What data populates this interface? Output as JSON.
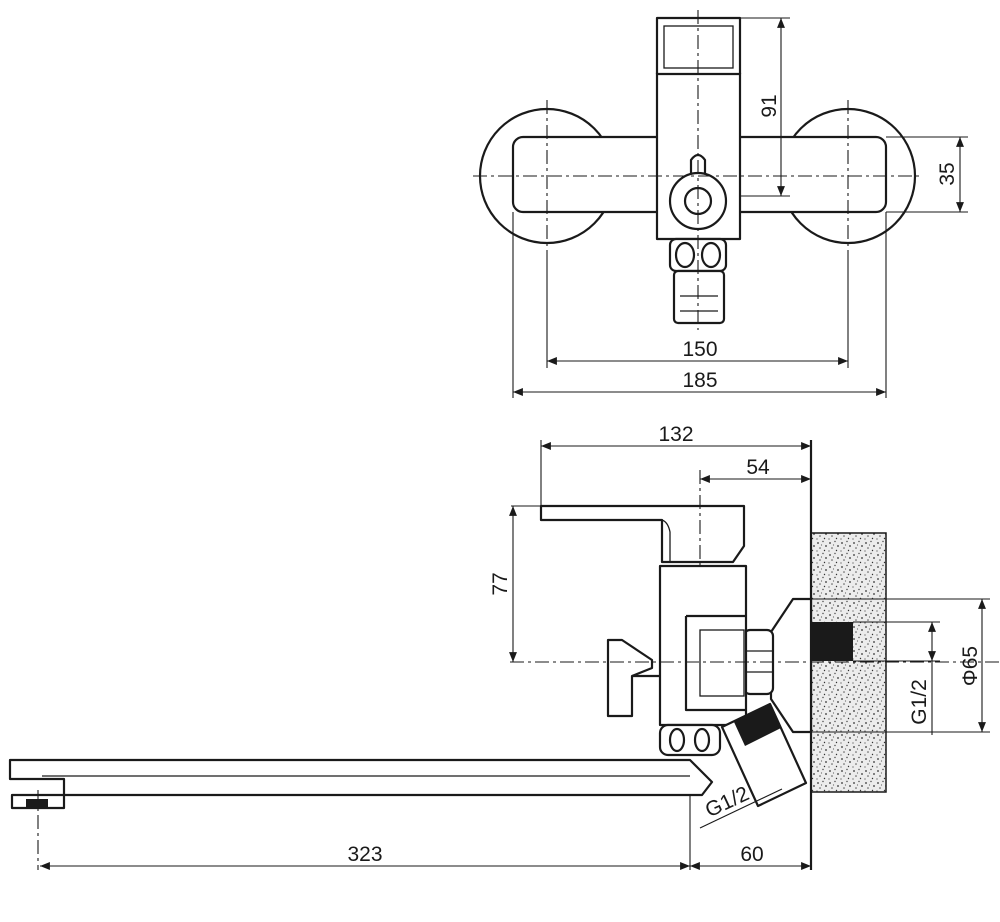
{
  "top_view": {
    "dim_width_total": "185",
    "dim_centers": "150",
    "dim_height_total": "91",
    "dim_height_inlet": "35"
  },
  "side_view": {
    "dim_top_length": "132",
    "dim_body_offset": "54",
    "dim_handle_height": "77",
    "dim_spout_length": "323",
    "dim_wall_offset": "60",
    "dim_flange_dia": "Φ65",
    "dim_thread_wall": "G1/2",
    "dim_thread_shower": "G1/2"
  },
  "colors": {
    "line": "#1a1a1a",
    "wall_hatch": "#d9d9d9"
  }
}
